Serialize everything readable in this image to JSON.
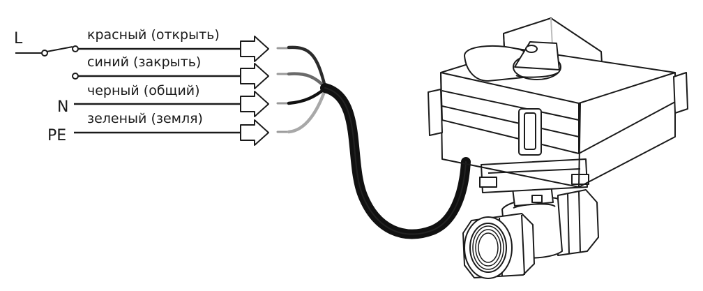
{
  "terminals": [
    {
      "id": "L",
      "label": "L"
    },
    {
      "id": "N",
      "label": "N"
    },
    {
      "id": "PE",
      "label": "PE"
    }
  ],
  "wires": [
    {
      "label": "красный (открыть)",
      "color": "#2b2b2b"
    },
    {
      "label": "синий (закрыть)",
      "color": "#6a6a6a"
    },
    {
      "label": "черный (общий)",
      "color": "#111111"
    },
    {
      "label": "зеленый (земля)",
      "color": "#a8a8a8"
    }
  ],
  "colors": {
    "line": "#1a1a1a",
    "background": "#ffffff"
  }
}
